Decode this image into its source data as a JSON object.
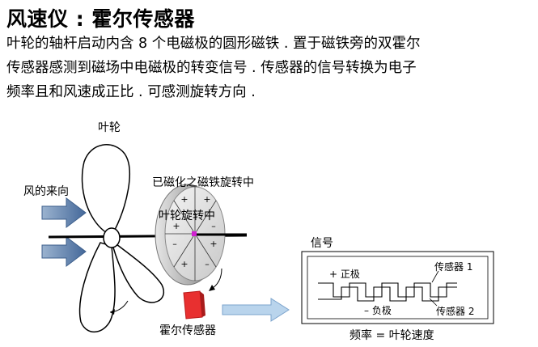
{
  "title": "风速仪 : 霍尔传感器",
  "description": [
    "叶轮的轴杆启动内含 8 个电磁极的圆形磁铁 . 置于磁铁旁的双霍尔",
    "传感器感测到磁场中电磁极的转变信号 . 传感器的信号转换为电子",
    "频率且和风速成正比 . 可感测旋转方向 ."
  ],
  "labels": {
    "impeller": "叶轮",
    "wind_direction": "风的来向",
    "magnet_rotating": "已磁化之磁铁旋转中",
    "impeller_rotating": "叶轮旋转中",
    "hall_sensor": "霍尔传感器",
    "signal": "信号",
    "positive_pole": "+ 正极",
    "negative_pole": "– 负极",
    "sensor_1": "传感器 1",
    "sensor_2": "传感器 2",
    "frequency_formula": "频率 = 叶轮速度"
  },
  "colors": {
    "arrow_blue": "#5a7fa8",
    "sensor_red": "#e83030",
    "signal_arrow": "#b9d4ec"
  }
}
